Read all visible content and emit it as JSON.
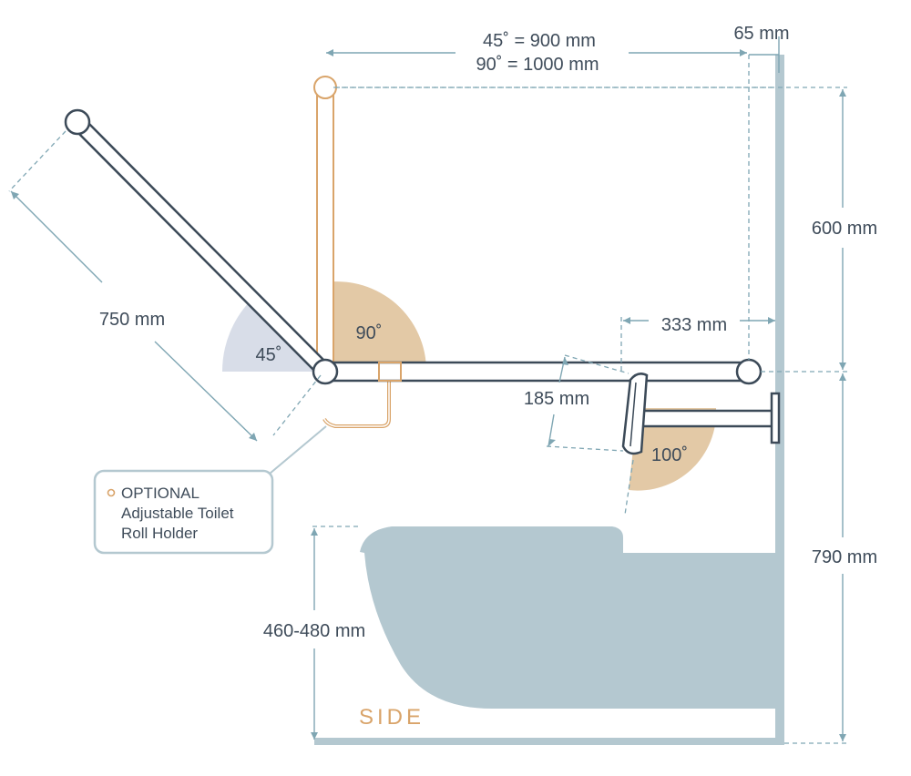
{
  "labels": {
    "width_45": "45˚ = 900 mm",
    "width_90": "90˚ = 1000 mm",
    "offset_65": "65 mm",
    "height_600": "600 mm",
    "length_750": "750 mm",
    "angle_45": "45˚",
    "angle_90": "90˚",
    "offset_333": "333 mm",
    "depth_185": "185 mm",
    "angle_100": "100˚",
    "height_790": "790 mm",
    "seat_height": "460-480 mm",
    "view": "SIDE"
  },
  "callout": {
    "line1": "OPTIONAL",
    "line2": "Adjustable Toilet",
    "line3": "Roll Holder"
  },
  "colors": {
    "dimension_line": "#7fa6b3",
    "text": "#3f4c5a",
    "angle_45_fill": "#d8dde8",
    "angle_warm_fill": "#e3c9a6",
    "accent_orange": "#d9a46a",
    "toilet_fill": "#b4c8d0",
    "wall": "#b4c8d0",
    "callout_border": "#b4c8d0"
  }
}
